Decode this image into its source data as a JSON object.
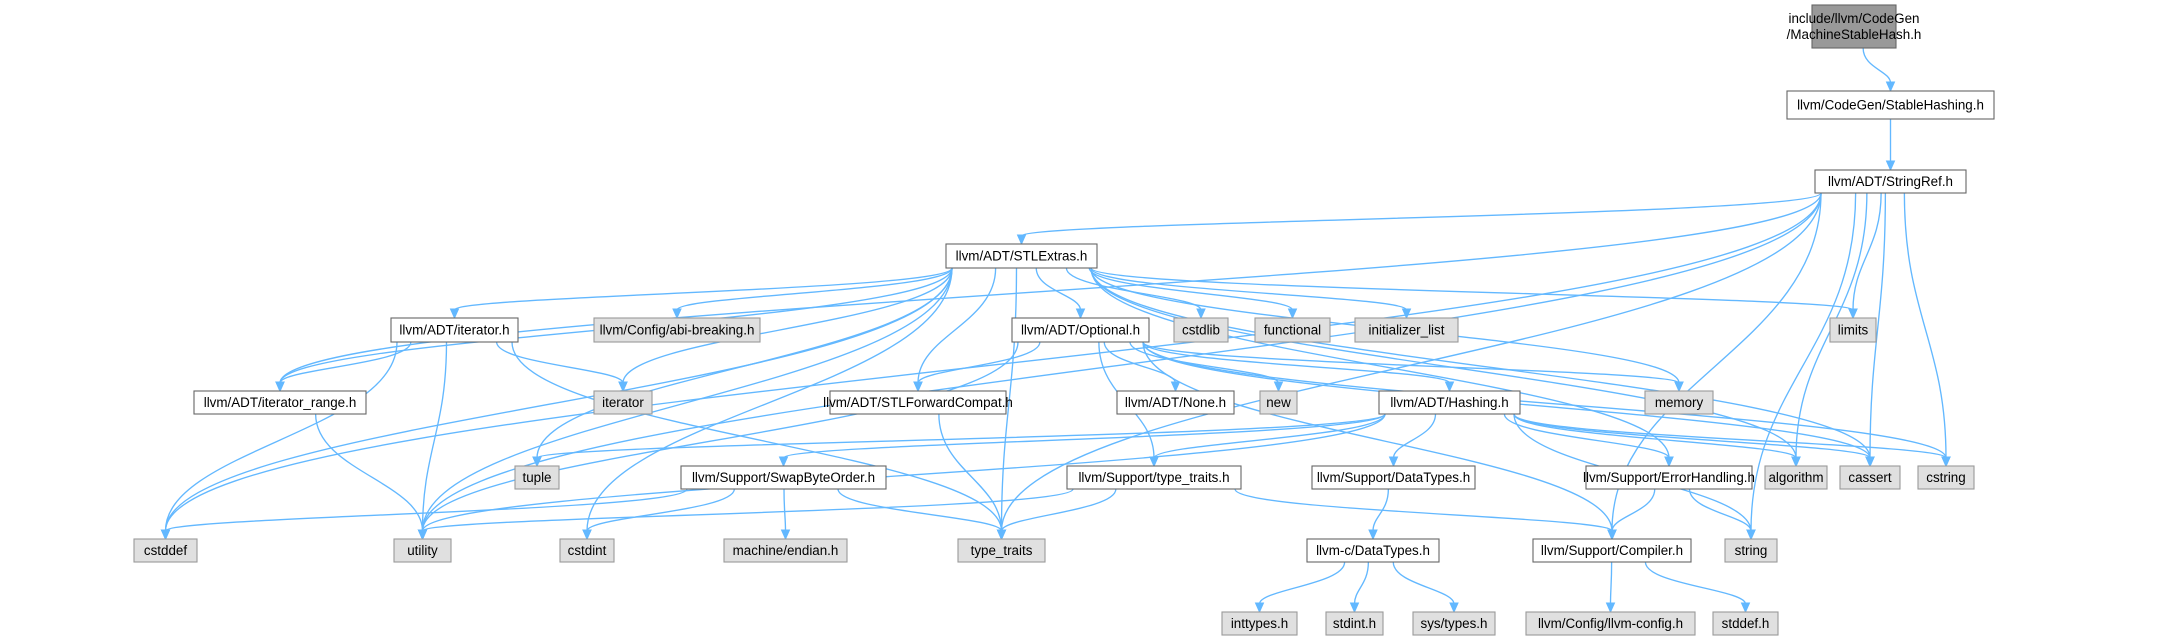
{
  "title": "include/llvm/CodeGen/MachineStableHash.h",
  "colors": {
    "edge": "#63b8ff",
    "root_fill": "#999999",
    "header_fill": "#ffffff",
    "system_fill": "#e0e0e0",
    "border": "#666666"
  },
  "nodes": [
    {
      "id": "root",
      "kind": "root",
      "lines": [
        "include/llvm/CodeGen",
        "/MachineStableHash.h"
      ]
    },
    {
      "id": "stablehashing",
      "kind": "header",
      "lines": [
        "llvm/CodeGen/StableHashing.h"
      ]
    },
    {
      "id": "stringref",
      "kind": "header",
      "lines": [
        "llvm/ADT/StringRef.h"
      ]
    },
    {
      "id": "stlextras",
      "kind": "header",
      "lines": [
        "llvm/ADT/STLExtras.h"
      ]
    },
    {
      "id": "iterator_h",
      "kind": "header",
      "lines": [
        "llvm/ADT/iterator.h"
      ]
    },
    {
      "id": "abi_breaking",
      "kind": "system",
      "lines": [
        "llvm/Config/abi-breaking.h"
      ]
    },
    {
      "id": "optional",
      "kind": "header",
      "lines": [
        "llvm/ADT/Optional.h"
      ]
    },
    {
      "id": "cstdlib",
      "kind": "system",
      "lines": [
        "cstdlib"
      ]
    },
    {
      "id": "functional",
      "kind": "system",
      "lines": [
        "functional"
      ]
    },
    {
      "id": "initializer_list",
      "kind": "system",
      "lines": [
        "initializer_list"
      ]
    },
    {
      "id": "limits",
      "kind": "system",
      "lines": [
        "limits"
      ]
    },
    {
      "id": "iterator_range",
      "kind": "header",
      "lines": [
        "llvm/ADT/iterator_range.h"
      ]
    },
    {
      "id": "iterator",
      "kind": "system",
      "lines": [
        "iterator"
      ]
    },
    {
      "id": "stlforwardcompat",
      "kind": "header",
      "lines": [
        "llvm/ADT/STLForwardCompat.h"
      ]
    },
    {
      "id": "none_h",
      "kind": "header",
      "lines": [
        "llvm/ADT/None.h"
      ]
    },
    {
      "id": "new",
      "kind": "system",
      "lines": [
        "new"
      ]
    },
    {
      "id": "hashing",
      "kind": "header",
      "lines": [
        "llvm/ADT/Hashing.h"
      ]
    },
    {
      "id": "memory",
      "kind": "system",
      "lines": [
        "memory"
      ]
    },
    {
      "id": "tuple",
      "kind": "system",
      "lines": [
        "tuple"
      ]
    },
    {
      "id": "swapbyteorder",
      "kind": "header",
      "lines": [
        "llvm/Support/SwapByteOrder.h"
      ]
    },
    {
      "id": "type_traits_h",
      "kind": "header",
      "lines": [
        "llvm/Support/type_traits.h"
      ]
    },
    {
      "id": "datatypes_support",
      "kind": "header",
      "lines": [
        "llvm/Support/DataTypes.h"
      ]
    },
    {
      "id": "errorhandling",
      "kind": "header",
      "lines": [
        "llvm/Support/ErrorHandling.h"
      ]
    },
    {
      "id": "algorithm",
      "kind": "system",
      "lines": [
        "algorithm"
      ]
    },
    {
      "id": "cassert",
      "kind": "system",
      "lines": [
        "cassert"
      ]
    },
    {
      "id": "cstring",
      "kind": "system",
      "lines": [
        "cstring"
      ]
    },
    {
      "id": "cstddef",
      "kind": "system",
      "lines": [
        "cstddef"
      ]
    },
    {
      "id": "utility",
      "kind": "system",
      "lines": [
        "utility"
      ]
    },
    {
      "id": "cstdint",
      "kind": "system",
      "lines": [
        "cstdint"
      ]
    },
    {
      "id": "machine_endian",
      "kind": "system",
      "lines": [
        "machine/endian.h"
      ]
    },
    {
      "id": "type_traits",
      "kind": "system",
      "lines": [
        "type_traits"
      ]
    },
    {
      "id": "c_datatypes",
      "kind": "header",
      "lines": [
        "llvm-c/DataTypes.h"
      ]
    },
    {
      "id": "compiler",
      "kind": "header",
      "lines": [
        "llvm/Support/Compiler.h"
      ]
    },
    {
      "id": "string",
      "kind": "system",
      "lines": [
        "string"
      ]
    },
    {
      "id": "inttypes",
      "kind": "system",
      "lines": [
        "inttypes.h"
      ]
    },
    {
      "id": "stdint",
      "kind": "system",
      "lines": [
        "stdint.h"
      ]
    },
    {
      "id": "sys_types",
      "kind": "system",
      "lines": [
        "sys/types.h"
      ]
    },
    {
      "id": "llvm_config",
      "kind": "system",
      "lines": [
        "llvm/Config/llvm-config.h"
      ]
    },
    {
      "id": "stddef",
      "kind": "system",
      "lines": [
        "stddef.h"
      ]
    }
  ],
  "edges": [
    [
      "root",
      "stablehashing"
    ],
    [
      "stablehashing",
      "stringref"
    ],
    [
      "stringref",
      "stlextras"
    ],
    [
      "stringref",
      "iterator_range"
    ],
    [
      "stringref",
      "compiler"
    ],
    [
      "stringref",
      "algorithm"
    ],
    [
      "stringref",
      "cassert"
    ],
    [
      "stringref",
      "cstddef"
    ],
    [
      "stringref",
      "cstring"
    ],
    [
      "stringref",
      "limits"
    ],
    [
      "stringref",
      "string"
    ],
    [
      "stringref",
      "type_traits"
    ],
    [
      "stringref",
      "utility"
    ],
    [
      "stlextras",
      "iterator_h"
    ],
    [
      "stlextras",
      "abi_breaking"
    ],
    [
      "stlextras",
      "optional"
    ],
    [
      "stlextras",
      "cstdlib"
    ],
    [
      "stlextras",
      "functional"
    ],
    [
      "stlextras",
      "initializer_list"
    ],
    [
      "stlextras",
      "limits"
    ],
    [
      "stlextras",
      "iterator_range"
    ],
    [
      "stlextras",
      "iterator"
    ],
    [
      "stlextras",
      "stlforwardcompat"
    ],
    [
      "stlextras",
      "memory"
    ],
    [
      "stlextras",
      "errorhandling"
    ],
    [
      "stlextras",
      "algorithm"
    ],
    [
      "stlextras",
      "cassert"
    ],
    [
      "stlextras",
      "cstddef"
    ],
    [
      "stlextras",
      "utility"
    ],
    [
      "stlextras",
      "cstdint"
    ],
    [
      "stlextras",
      "type_traits"
    ],
    [
      "stlextras",
      "tuple"
    ],
    [
      "iterator_h",
      "iterator_range"
    ],
    [
      "iterator_h",
      "iterator"
    ],
    [
      "iterator_h",
      "cstddef"
    ],
    [
      "iterator_h",
      "utility"
    ],
    [
      "iterator_h",
      "type_traits"
    ],
    [
      "iterator_range",
      "utility"
    ],
    [
      "optional",
      "stlforwardcompat"
    ],
    [
      "optional",
      "none_h"
    ],
    [
      "optional",
      "new"
    ],
    [
      "optional",
      "hashing"
    ],
    [
      "optional",
      "memory"
    ],
    [
      "optional",
      "type_traits_h"
    ],
    [
      "optional",
      "compiler"
    ],
    [
      "optional",
      "cassert"
    ],
    [
      "optional",
      "cstring"
    ],
    [
      "optional",
      "utility"
    ],
    [
      "stlforwardcompat",
      "type_traits"
    ],
    [
      "hashing",
      "tuple"
    ],
    [
      "hashing",
      "swapbyteorder"
    ],
    [
      "hashing",
      "type_traits_h"
    ],
    [
      "hashing",
      "datatypes_support"
    ],
    [
      "hashing",
      "errorhandling"
    ],
    [
      "hashing",
      "algorithm"
    ],
    [
      "hashing",
      "cassert"
    ],
    [
      "hashing",
      "cstring"
    ],
    [
      "hashing",
      "string"
    ],
    [
      "hashing",
      "utility"
    ],
    [
      "swapbyteorder",
      "cstddef"
    ],
    [
      "swapbyteorder",
      "cstdint"
    ],
    [
      "swapbyteorder",
      "machine_endian"
    ],
    [
      "swapbyteorder",
      "type_traits"
    ],
    [
      "type_traits_h",
      "type_traits"
    ],
    [
      "type_traits_h",
      "utility"
    ],
    [
      "type_traits_h",
      "compiler"
    ],
    [
      "datatypes_support",
      "c_datatypes"
    ],
    [
      "errorhandling",
      "compiler"
    ],
    [
      "errorhandling",
      "string"
    ],
    [
      "c_datatypes",
      "inttypes"
    ],
    [
      "c_datatypes",
      "stdint"
    ],
    [
      "c_datatypes",
      "sys_types"
    ],
    [
      "compiler",
      "llvm_config"
    ],
    [
      "compiler",
      "stddef"
    ]
  ]
}
